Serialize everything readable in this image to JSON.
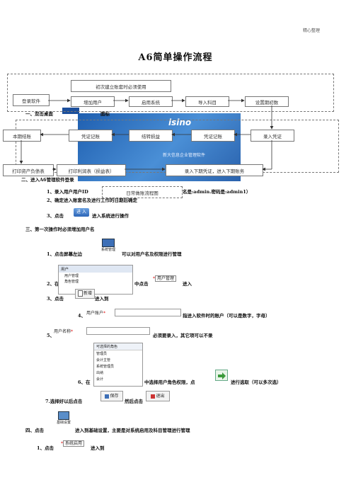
{
  "header": {
    "note": "精心整理"
  },
  "title": "A6简单操作流程",
  "flow": {
    "top_label": "初次建立账套时必须使用",
    "daily_label": "日常做账流程图",
    "row1": [
      "登录软件",
      "增加用户",
      "启用系统",
      "导入科目",
      "设置期初数"
    ],
    "row2": [
      "本期结账",
      "凭证记账",
      "结转损益",
      "凭证记账",
      "录入凭证"
    ],
    "row3": [
      "打印资产负债表",
      "打印利润表（损益表）",
      "录入下期凭证，进入下期账务"
    ]
  },
  "sections": {
    "s1_prefix": "一、双击桌面",
    "s1_suffix": "图标",
    "s2": "二、进入A6管理软件登录",
    "s2_1a": "1、录入用户用户ID",
    "s2_1b": "名是:admin.密码是:admin1）",
    "s2_2": "2、确定进入账套名及进行工作的日期后确定",
    "s2_3a": "3、点击",
    "s2_3b": "进入系统进行操作",
    "s3": "三、第一次操作时必须增加用户名",
    "s3_1a": "1、点击屏幕左边",
    "s3_1b": "可以对用户名及权限进行管理",
    "s3_2a": "2、在",
    "s3_2b": "中点击",
    "s3_2c": "进入",
    "s3_3a": "3、点击",
    "s3_3b": "进入到",
    "s3_4a": "4、",
    "s3_4b": "指进入软件时的账户（可以是数字，字母）",
    "s3_5a": "5、",
    "s3_5b": "必须要录入，其它项可以不录",
    "s3_6a": "6、在",
    "s3_6b": "中选择用户角色权限，点",
    "s3_6c": "进行选取（可以多次选）",
    "s3_7a": "7.选择好以后点击",
    "s3_7b": "然后点击",
    "s4a": "四、点击",
    "s4b": "进入到基础设置，主要是对系统启用及科目管理进行管理",
    "s4_1a": "1、点击",
    "s4_1b": "进入到"
  },
  "ui": {
    "enter_button": "进 入",
    "sys_mgmt": "系统管理",
    "tree_root": "用户",
    "tree_items": [
      "用户管理",
      "角色管理"
    ],
    "user_mgmt_link": "用户管理",
    "new_button": "新增",
    "account_label": "用户账户",
    "name_label": "用户名称",
    "roles_header": "可选择的角色",
    "roles": [
      "管理员",
      "会计主管",
      "系统管理员",
      "出纳",
      "会计"
    ],
    "save_button": "保存",
    "exit_button": "退出",
    "basic_settings": "基础设置",
    "sys_enable": "系统启用",
    "banner_brand": "isino",
    "banner_text": "新大信息企业管理软件"
  }
}
